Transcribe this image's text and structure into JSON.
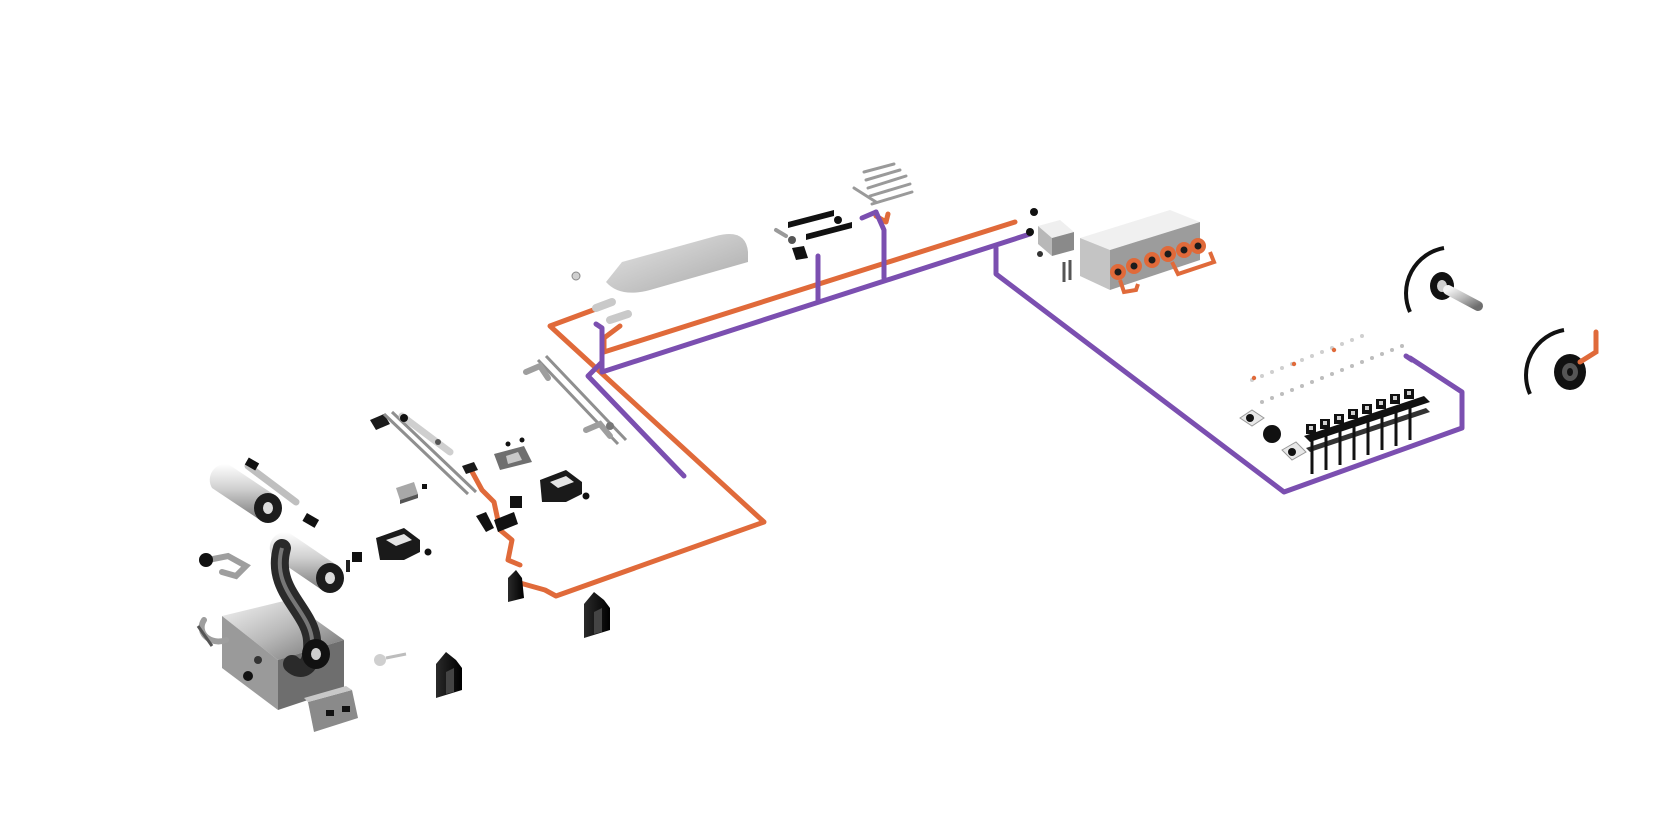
{
  "colors": {
    "background": "#ffffff",
    "cable_orange": "#e06a3a",
    "cable_purple": "#7b4fb0",
    "part_dark": "#1f1f1f",
    "part_mid": "#8c8c8c",
    "part_light": "#d9d9d9"
  },
  "diagram": {
    "kind": "exploded-isometric-assembly",
    "cables": [
      {
        "name": "orange-cable",
        "color_key": "cable_orange"
      },
      {
        "name": "purple-cable",
        "color_key": "cable_purple"
      }
    ],
    "parts": [
      "usb-connector",
      "roller-assembly",
      "rod-assembly",
      "clip-parts",
      "base-blocks",
      "rounded-panel",
      "slotted-grille",
      "terminal-blocks",
      "connector-array",
      "rotary-knobs"
    ]
  }
}
